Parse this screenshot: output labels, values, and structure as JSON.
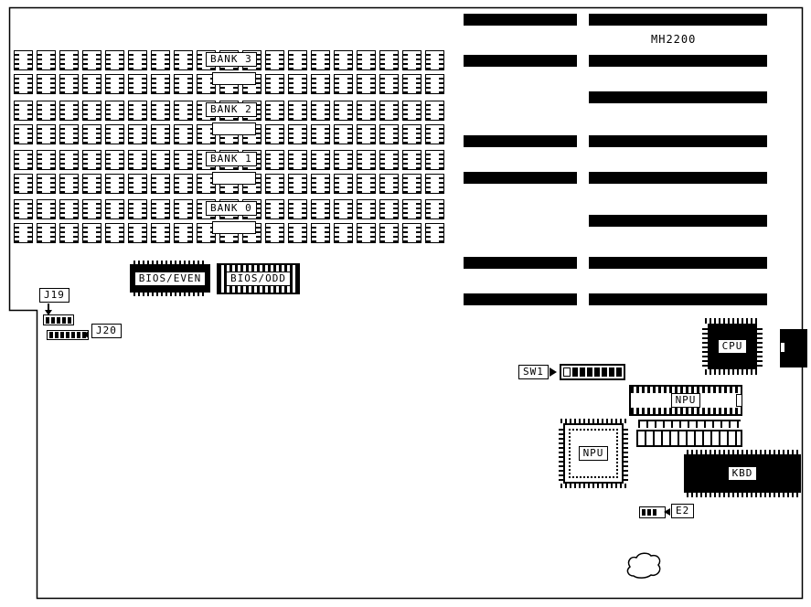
{
  "diagram": {
    "model_label": "MH2200",
    "banks": [
      {
        "label": "BANK 3"
      },
      {
        "label": "BANK 2"
      },
      {
        "label": "BANK 1"
      },
      {
        "label": "BANK 0"
      }
    ],
    "bios_even_label": "BIOS/EVEN",
    "bios_odd_label": "BIOS/ODD",
    "cpu_label": "CPU",
    "npu_socket_label": "NPU",
    "npu_chip_label": "NPU",
    "kbd_label": "KBD",
    "sw1_label": "SW1",
    "j19_label": "J19",
    "j20_label": "J20",
    "e2_label": "E2"
  },
  "colors": {
    "ink": "#000000",
    "paper": "#ffffff"
  },
  "memory_grid": {
    "banks": 4,
    "rows_per_bank": 2,
    "chips_per_row": 19
  },
  "slots": {
    "rows": [
      {
        "left": true,
        "right": true
      },
      {
        "left": true,
        "right": true
      },
      {
        "left": false,
        "right": true
      },
      {
        "left": true,
        "right": true
      },
      {
        "left": true,
        "right": true
      },
      {
        "left": false,
        "right": true
      },
      {
        "left": true,
        "right": true
      },
      {
        "left": true,
        "right": true
      }
    ]
  },
  "switch": {
    "total_cells": 8
  },
  "jumpers": {
    "j19_pins": 5,
    "j20_pins": 7,
    "e2_pins": 3
  }
}
